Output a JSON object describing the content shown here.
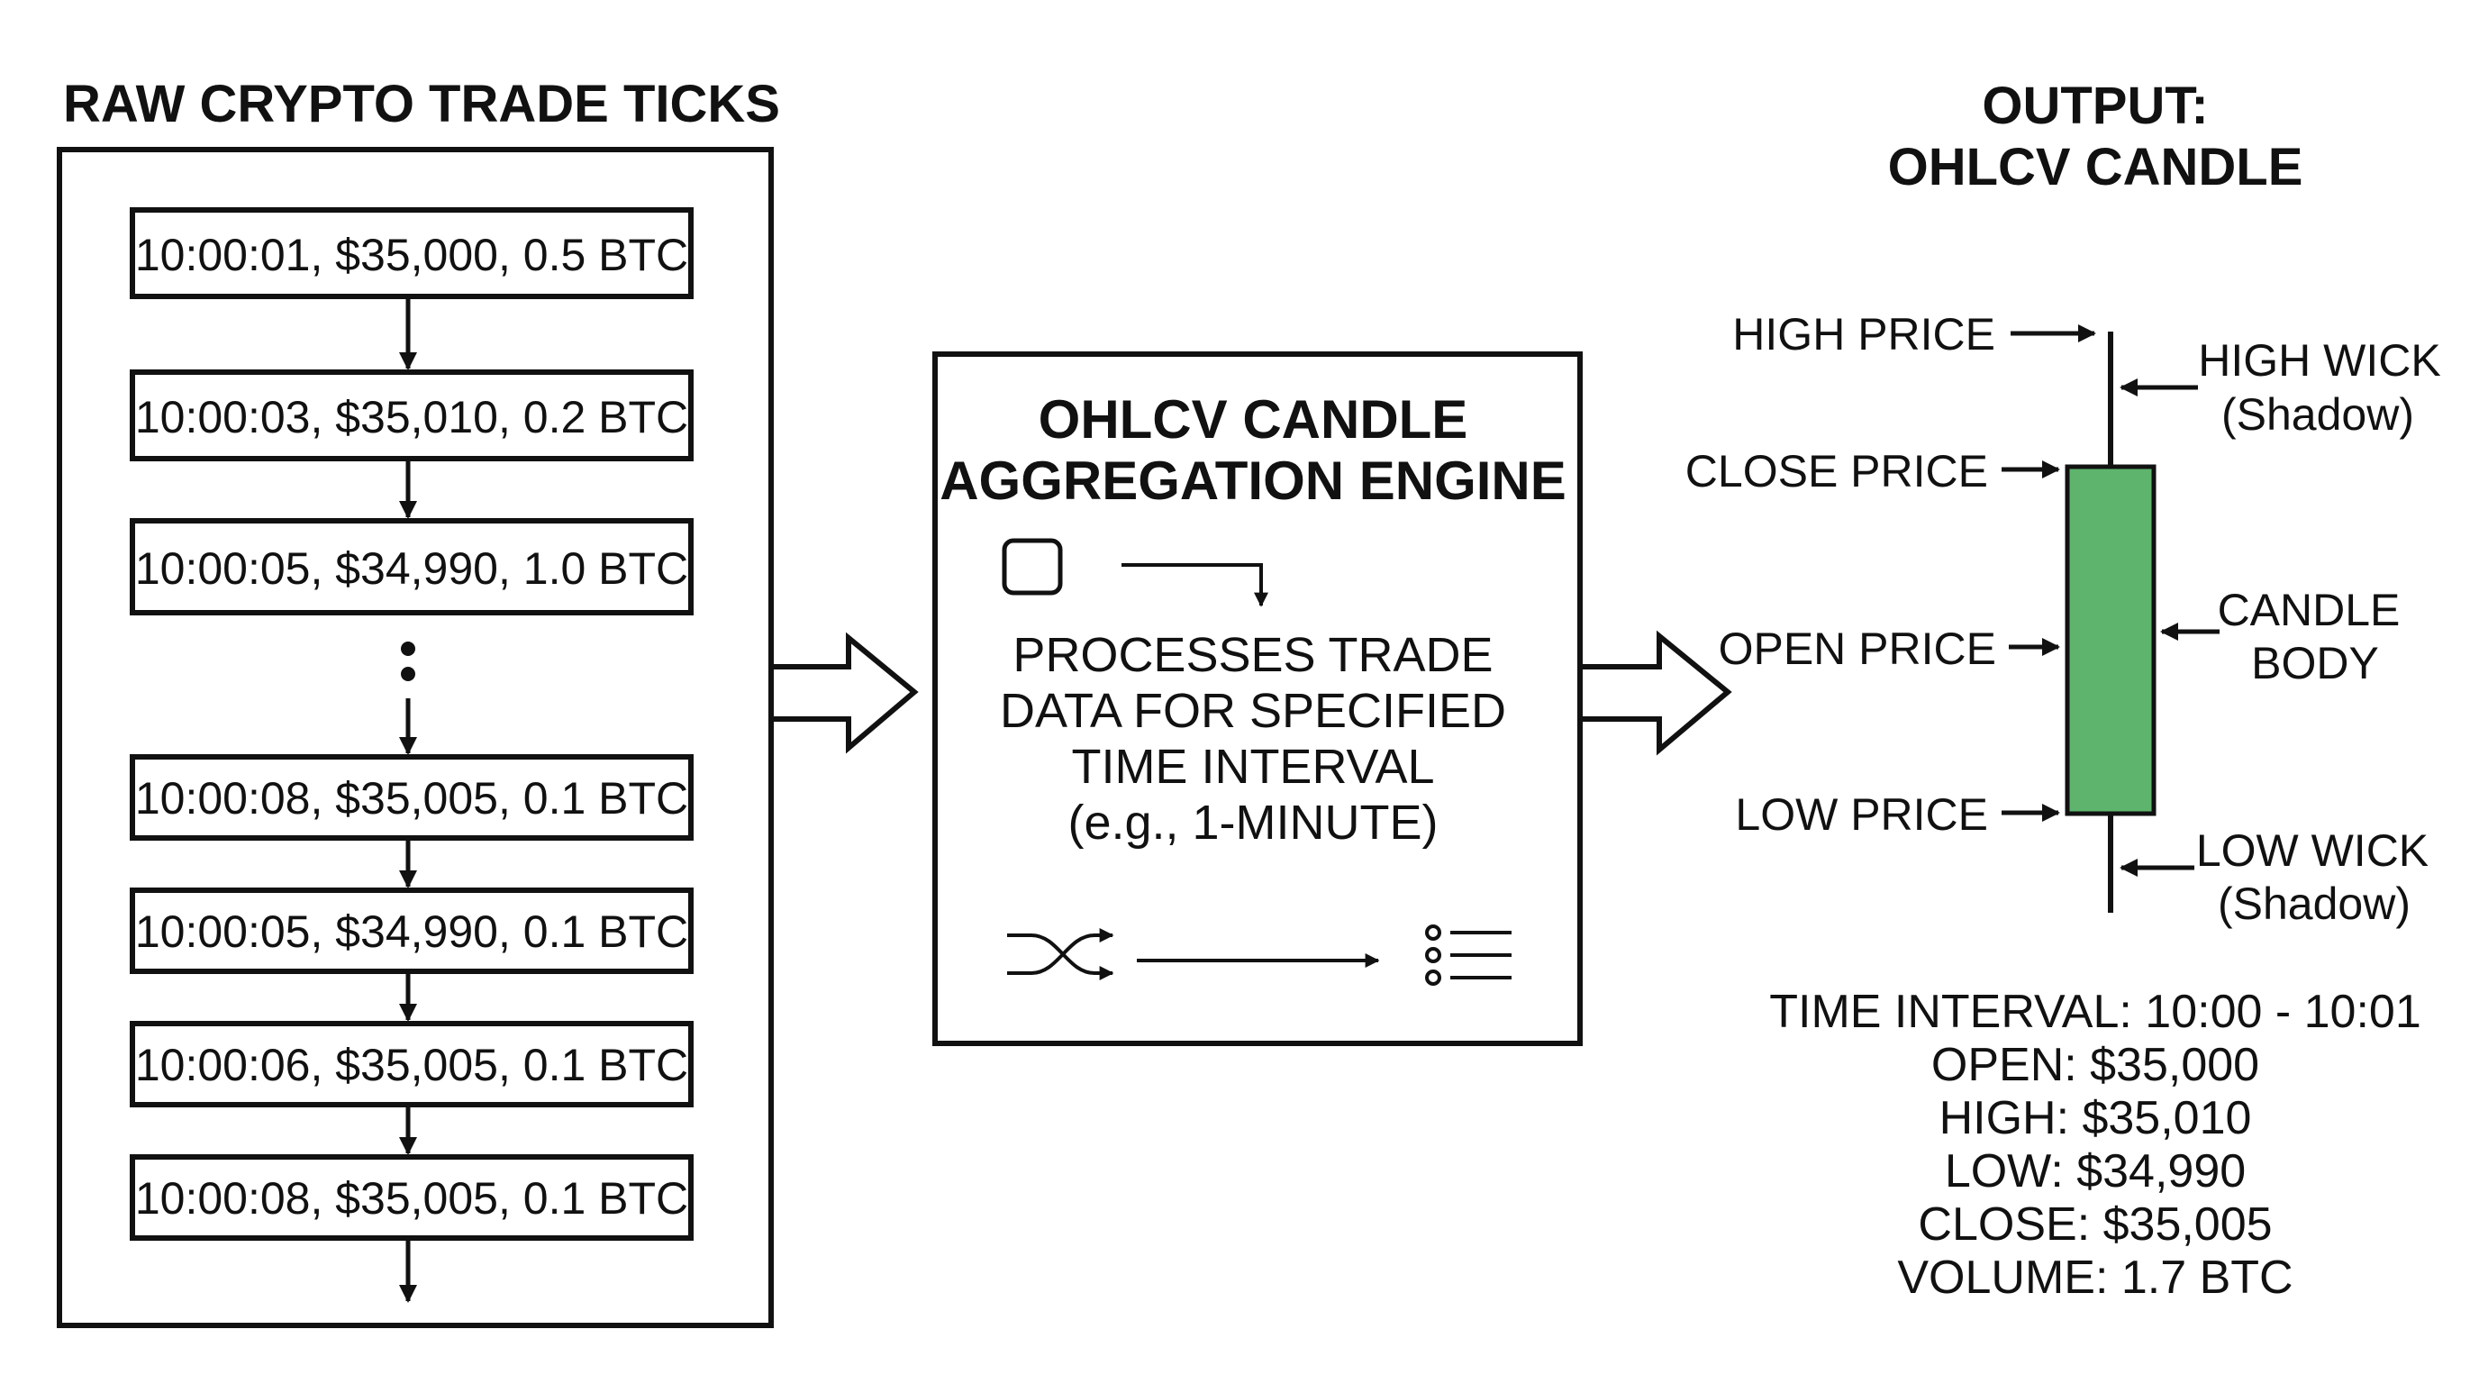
{
  "left_panel": {
    "title": "RAW CRYPTO TRADE TICKS",
    "ticks_top": [
      "10:00:01, $35,000, 0.5 BTC",
      "10:00:03, $35,010, 0.2 BTC",
      "10:00:05, $34,990, 1.0 BTC"
    ],
    "ticks_bottom": [
      "10:00:08, $35,005, 0.1 BTC",
      "10:00:05, $34,990, 0.1 BTC",
      "10:00:06, $35,005, 0.1 BTC",
      "10:00:08, $35,005, 0.1 BTC"
    ]
  },
  "engine": {
    "title_line1": "OHLCV CANDLE",
    "title_line2": "AGGREGATION ENGINE",
    "description": [
      "PROCESSES TRADE",
      "DATA FOR  SPECIFIED",
      "TIME INTERVAL",
      "(e.g., 1-MINUTE)"
    ],
    "icons": [
      "square-outline-icon",
      "bent-arrow-icon",
      "shuffle-icon",
      "list-icon"
    ]
  },
  "output": {
    "title_line1": "OUTPUT:",
    "title_line2": "OHLCV CANDLE",
    "candle_color": "#5eb46d",
    "left_labels": {
      "high": "HIGH PRICE",
      "close": "CLOSE PRICE",
      "open": "OPEN PRICE",
      "low": "LOW PRICE"
    },
    "right_labels": {
      "high_wick_1": "HIGH WICK",
      "high_wick_2": "(Shadow)",
      "body_1": "CANDLE",
      "body_2": "BODY",
      "low_wick_1": "LOW WICK",
      "low_wick_2": "(Shadow)"
    },
    "summary": [
      "TIME INTERVAL: 10:00 - 10:01",
      "OPEN: $35,000",
      "HIGH: $35,010",
      "LOW: $34,990",
      "CLOSE: $35,005",
      "VOLUME: 1.7 BTC"
    ]
  }
}
